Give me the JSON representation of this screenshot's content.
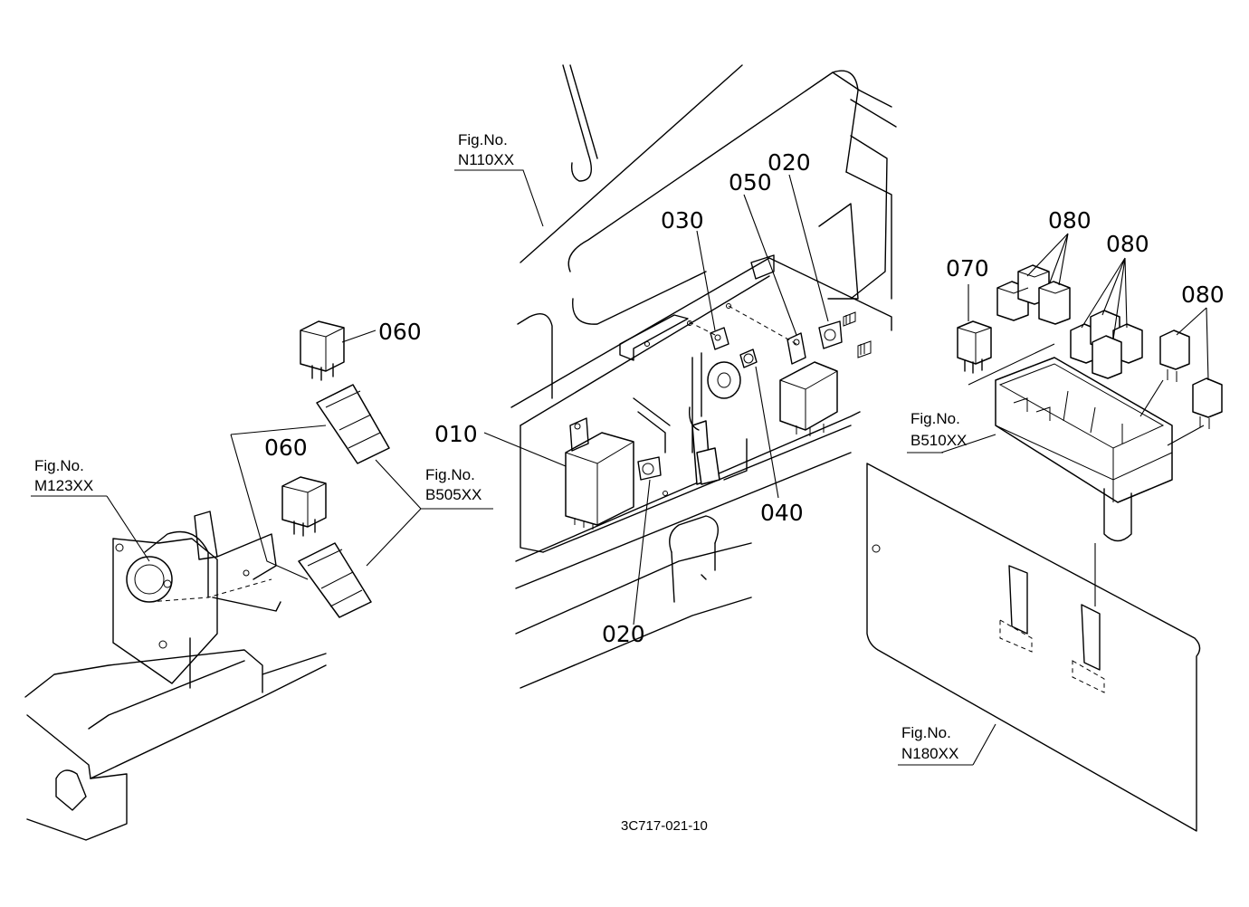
{
  "parts": {
    "p010": "010",
    "p020_top": "020",
    "p020_bottom": "020",
    "p030": "030",
    "p040": "040",
    "p050": "050",
    "p060_top": "060",
    "p060_mid": "060",
    "p070": "070",
    "p080_a": "080",
    "p080_b": "080",
    "p080_c": "080"
  },
  "figures": {
    "n110": {
      "label": "Fig.No.",
      "code": "N110XX"
    },
    "m123": {
      "label": "Fig.No.",
      "code": "M123XX"
    },
    "b505": {
      "label": "Fig.No.",
      "code": "B505XX"
    },
    "b510": {
      "label": "Fig.No.",
      "code": "B510XX"
    },
    "n180": {
      "label": "Fig.No.",
      "code": "N180XX"
    }
  },
  "drawing_code": "3C717-021-10"
}
